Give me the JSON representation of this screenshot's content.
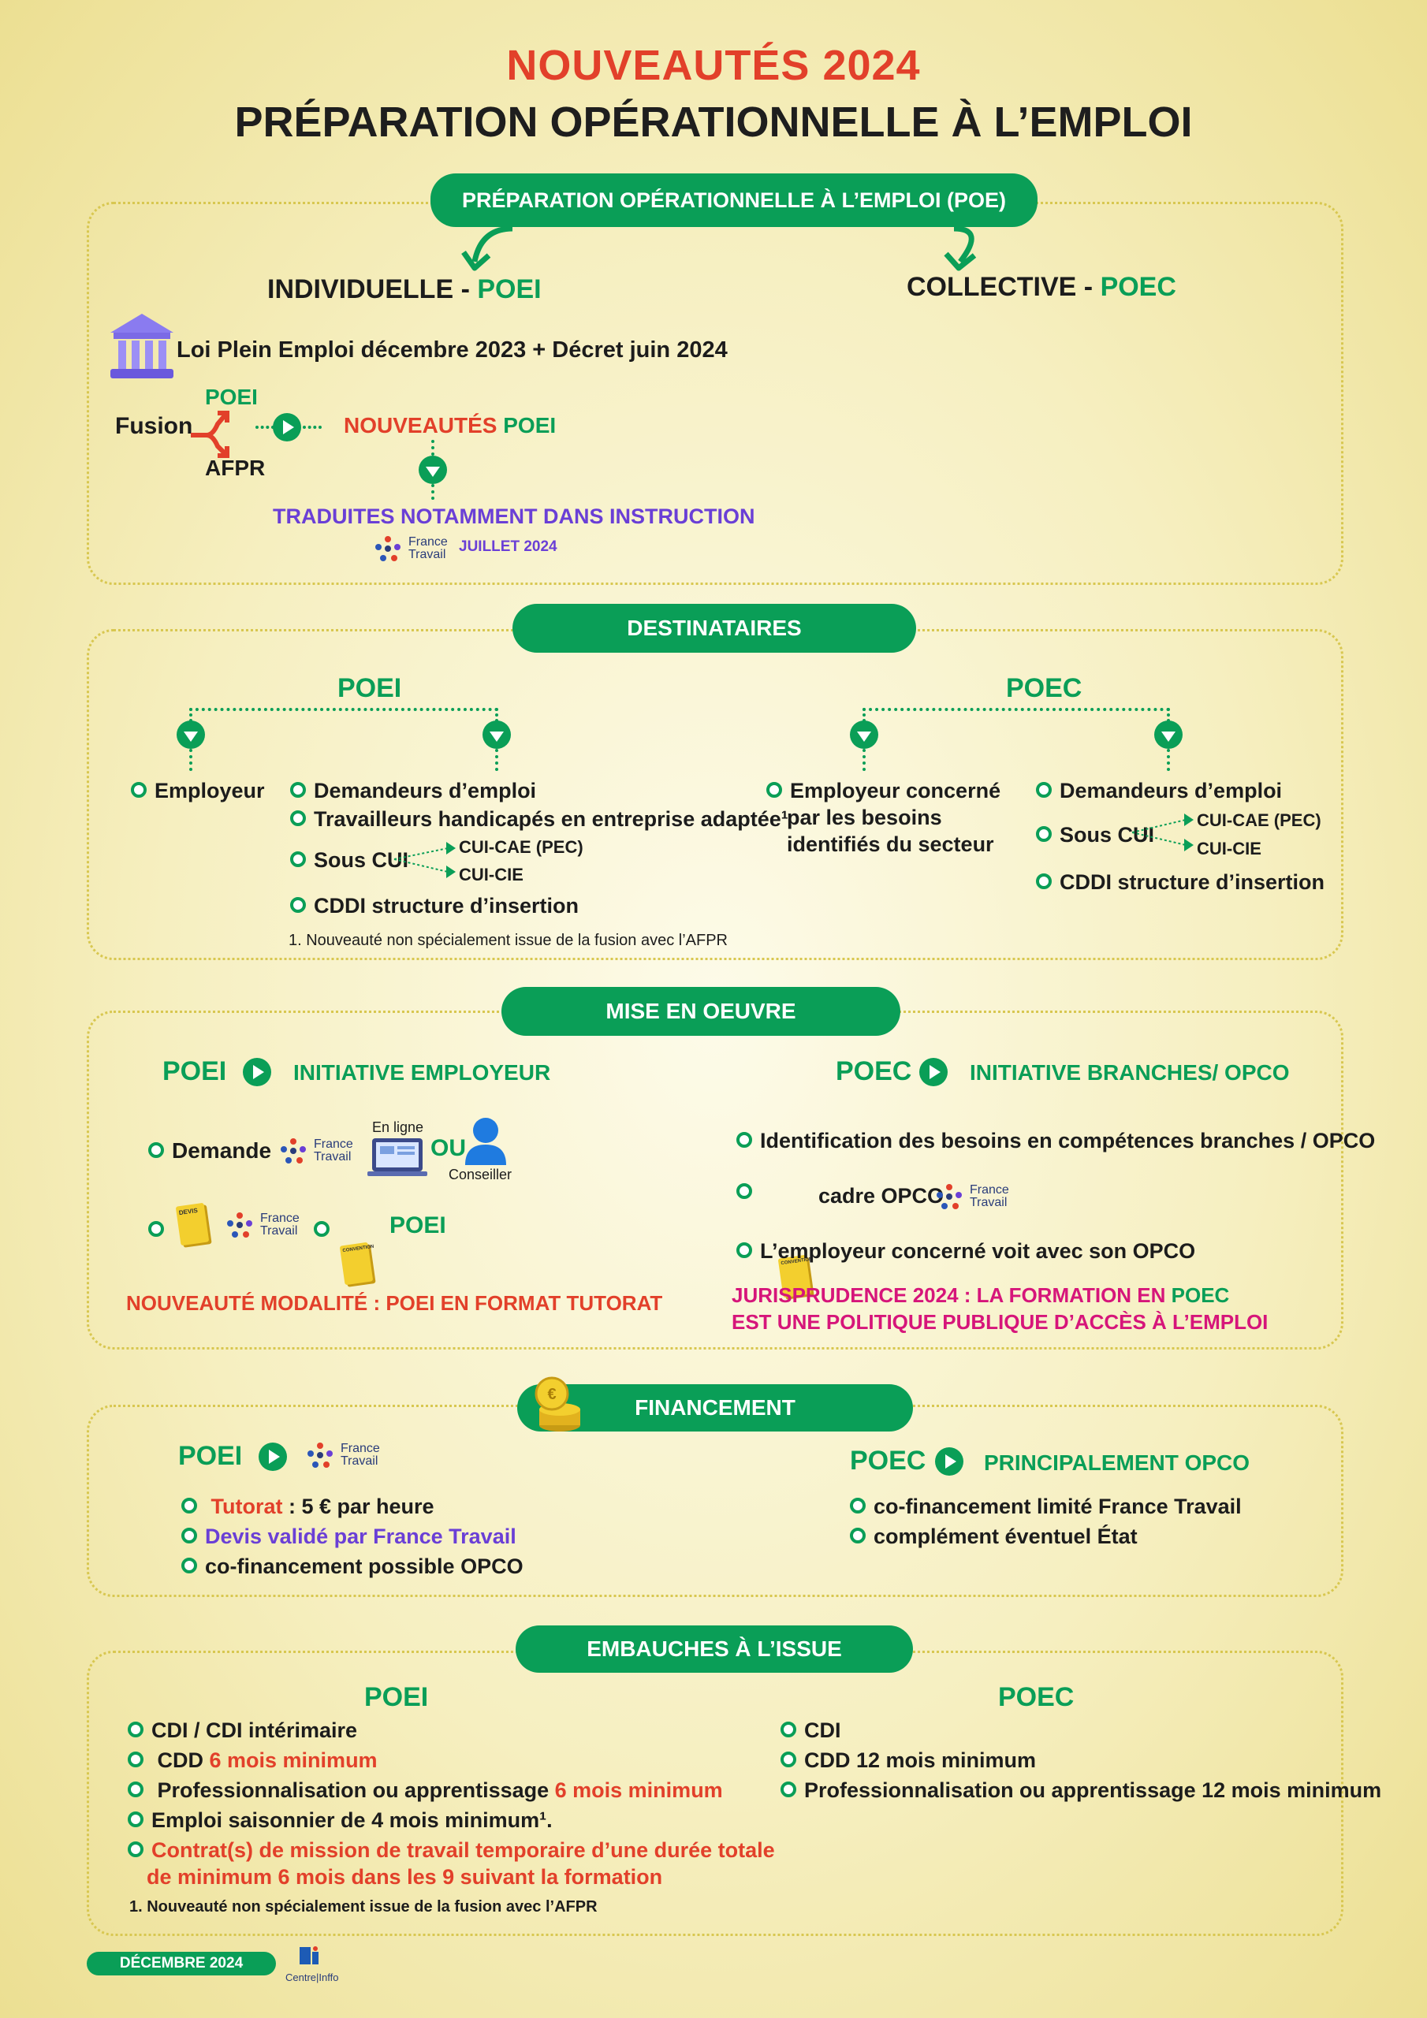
{
  "header": {
    "title_line1": "NOUVEAUTÉS 2024",
    "title_line2": "PRÉPARATION OPÉRATIONNELLE À L’EMPLOI"
  },
  "poe_section": {
    "pill": "PRÉPARATION OPÉRATIONNELLE À L’EMPLOI (POE)",
    "individuelle_label": "INDIVIDUELLE - ",
    "individuelle_acronym": "POEI",
    "collective_label": "COLLECTIVE - ",
    "collective_acronym": "POEC",
    "law_text": "Loi Plein Emploi décembre 2023 + Décret juin 2024",
    "fusion_label": "Fusion",
    "fusion_top": "POEI",
    "fusion_bottom": "AFPR",
    "nouveautes_label": "NOUVEAUTÉS ",
    "nouveautes_acronym": "POEI",
    "traduites_text": "TRADUITES NOTAMMENT DANS INSTRUCTION",
    "ft_logo_line1": "France",
    "ft_logo_line2": "Travail",
    "juillet_text": "JUILLET 2024"
  },
  "destinataires": {
    "pill": "DESTINATAIRES",
    "poei_title": "POEI",
    "poec_title": "POEC",
    "poei_employeur": "Employeur",
    "poei_list": [
      "Demandeurs d’emploi",
      "Travailleurs handicapés en entreprise adaptée¹",
      "Sous CUI",
      "CDDI structure d’insertion"
    ],
    "poei_cui_options": [
      "CUI-CAE (PEC)",
      "CUI-CIE"
    ],
    "poei_footnote": "1. Nouveauté non spécialement issue de la fusion avec l’AFPR",
    "poec_employeur_lines": [
      "Employeur concerné",
      "par les besoins",
      "identifiés du secteur"
    ],
    "poec_list": [
      "Demandeurs d’emploi",
      "Sous CUI",
      "CDDI structure d’insertion"
    ],
    "poec_cui_options": [
      "CUI-CAE (PEC)",
      "CUI-CIE"
    ]
  },
  "mise_en_oeuvre": {
    "pill": "MISE EN OEUVRE",
    "poei_title": "POEI",
    "poei_initiative": "INITIATIVE EMPLOYEUR",
    "demande_label": "Demande",
    "en_ligne_label": "En ligne",
    "ou_label": "OU",
    "conseiller_label": "Conseiller",
    "devis_label": "DEVIS",
    "convention_label": "CONVENTION",
    "poei_end": "POEI",
    "nouveaute_modalite": "NOUVEAUTÉ MODALITÉ : POEI EN FORMAT TUTORAT",
    "poec_title": "POEC",
    "poec_initiative": "INITIATIVE BRANCHES/ OPCO",
    "poec_list": [
      "Identification des besoins en compétences branches / OPCO",
      "cadre OPCO",
      "L’employeur concerné voit avec son OPCO"
    ],
    "jurisprudence_line1_a": "JURISPRUDENCE 2024 : LA FORMATION EN ",
    "jurisprudence_line1_b": "POEC",
    "jurisprudence_line2": "EST UNE POLITIQUE PUBLIQUE D’ACCÈS À L’EMPLOI"
  },
  "financement": {
    "pill": "FINANCEMENT",
    "poei_title": "POEI",
    "tutorat_label": "Tutorat",
    "tutorat_value": " : 5 € par heure",
    "devis_valide": "Devis validé par France Travail",
    "cofinancement_opco": "co-financement possible OPCO",
    "poec_title": "POEC",
    "poec_principal": "PRINCIPALEMENT OPCO",
    "poec_list": [
      "co-financement limité France Travail",
      "complément éventuel État"
    ]
  },
  "embauches": {
    "pill": "EMBAUCHES À L’ISSUE",
    "poei_title": "POEI",
    "poec_title": "POEC",
    "poei_cdi": "CDI / CDI intérimaire",
    "poei_cdd_a": "CDD ",
    "poei_cdd_b": "6 mois minimum",
    "poei_pro_a": "Professionnalisation ou apprentissage ",
    "poei_pro_b": "6 mois minimum",
    "poei_saison": "Emploi saisonnier de 4 mois minimum¹.",
    "poei_contrat_line1": "Contrat(s) de mission de travail temporaire d’une durée totale",
    "poei_contrat_line2": "de minimum 6 mois dans les 9 suivant la formation",
    "footnote": "1. Nouveauté non spécialement issue de la fusion avec l’AFPR",
    "poec_list": [
      "CDI",
      "CDD 12 mois minimum",
      "Professionnalisation ou apprentissage 12 mois minimum"
    ]
  },
  "footer": {
    "date_pill": "DÉCEMBRE 2024",
    "logo_line1": "Centre",
    "logo_line2": "Inffo"
  },
  "colors": {
    "green": "#0a9e57",
    "red": "#e2402a",
    "purple": "#6a3fd6",
    "magenta": "#d6157a"
  }
}
